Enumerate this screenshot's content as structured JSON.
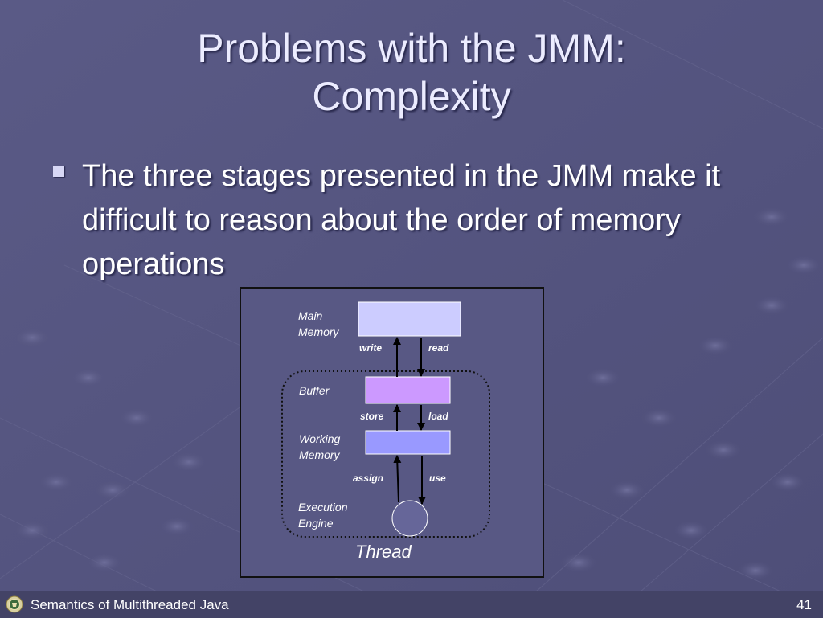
{
  "slide": {
    "title_line1": "Problems with the JMM:",
    "title_line2": "Complexity",
    "bullet": "The three stages presented in the JMM make it difficult to reason about the order of memory operations"
  },
  "diagram": {
    "main_memory_line1": "Main",
    "main_memory_line2": "Memory",
    "buffer": "Buffer",
    "working_memory_line1": "Working",
    "working_memory_line2": "Memory",
    "execution_engine_line1": "Execution",
    "execution_engine_line2": "Engine",
    "thread": "Thread",
    "ops": {
      "write": "write",
      "read": "read",
      "store": "store",
      "load": "load",
      "assign": "assign",
      "use": "use"
    },
    "colors": {
      "main_memory": "#ccccff",
      "buffer": "#cc99ff",
      "working_memory": "#9999ff",
      "execution_engine": "#666699"
    }
  },
  "footer": {
    "title": "Semantics of Multithreaded Java",
    "page": "41"
  }
}
